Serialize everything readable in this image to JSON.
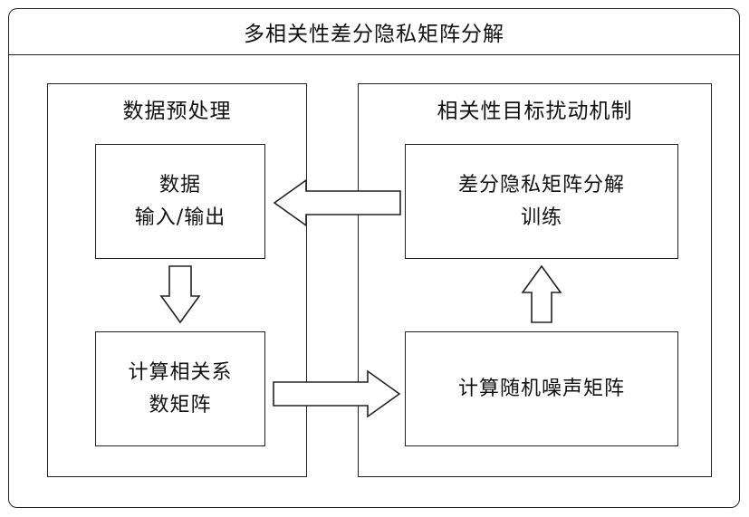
{
  "diagram": {
    "title": "多相关性差分隐私矩阵分解",
    "left_panel": {
      "title": "数据预处理",
      "box_io": {
        "line1": "数据",
        "line2": "输入/输出"
      },
      "box_corr": {
        "line1": "计算相关系",
        "line2": "数矩阵"
      }
    },
    "right_panel": {
      "title": "相关性目标扰动机制",
      "box_train": {
        "line1": "差分隐私矩阵分解",
        "line2": "训练"
      },
      "box_noise": {
        "line1": "计算随机噪声矩阵"
      }
    }
  }
}
